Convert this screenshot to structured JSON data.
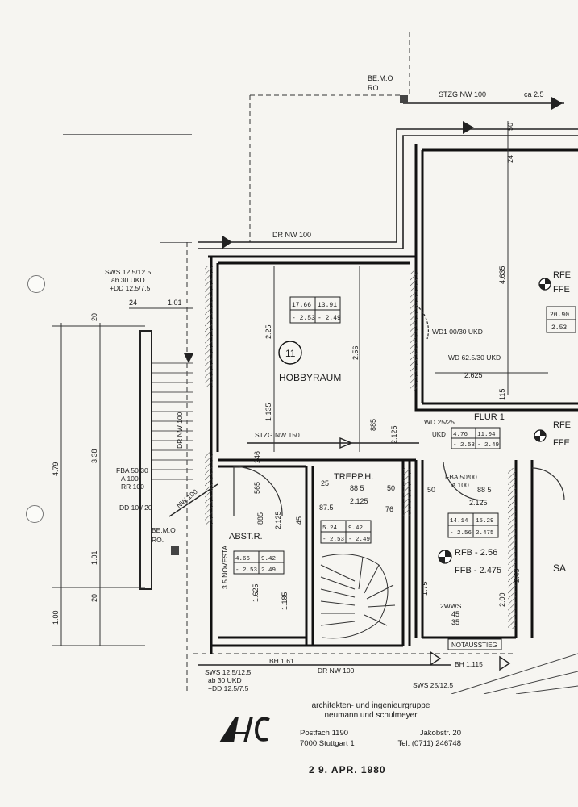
{
  "rooms": {
    "hobbyraum": {
      "name": "HOBBYRAUM",
      "number": "11",
      "area_a": "17.66",
      "area_b": "13.91",
      "level_a": "- 2.53",
      "level_b": "- 2.49"
    },
    "flur": {
      "name": "FLUR 1",
      "code": "UKD",
      "area_a": "4.76",
      "area_b": "11.04",
      "level_a": "- 2.53",
      "level_b": "- 2.49"
    },
    "treppenhaus": {
      "name": "TREPP.H.",
      "area_a": "5.24",
      "area_b": "9.42",
      "level_a": "- 2.53",
      "level_b": "- 2.49"
    },
    "abstellraum": {
      "name": "ABST.R.",
      "area_a": "4.66",
      "area_b": "9.42",
      "level_a": "- 2.53",
      "level_b": "2.49",
      "wall_note": "3.5 NOVESTA"
    },
    "right_room": {
      "area_a": "14.14",
      "area_b": "15.29",
      "level_a": "- 2.56",
      "level_b": "2.475",
      "rfb": "RFB - 2.56",
      "ffb": "FFB - 2.475"
    },
    "upper_right": {
      "rfe": "RFE",
      "ffe": "FFE",
      "area": "20.90",
      "level": "2.53"
    }
  },
  "pipes": {
    "stzg_top": "STZG NW 100",
    "dr_top": "DR NW 100",
    "stzg_mid": "STZG NW 150",
    "dr_vertical": "DR NW 100",
    "dr_bottom": "DR NW 100",
    "nw_diag": "NW 100",
    "gefaelle": "ca 2.5"
  },
  "labels": {
    "bemo_top": "BE.M.O",
    "ro_top": "RO.",
    "bemo_left": "BE.M.O",
    "ro_left": "RO.",
    "sws_top": "SWS 12.5/12.5",
    "sws_top_2": "ab 30 UKD",
    "sws_top_3": "+DD 12.5/7.5",
    "sws_bottom": "SWS 12.5/12.5",
    "sws_bottom_2": "ab 30 UKD",
    "sws_bottom_3": "+DD 12.5/7.5",
    "sws_right": "SWS 25/12.5",
    "wd_1": "WD1 00/30 UKD",
    "wd_2": "WD 62.5/30 UKD",
    "wd_3": "WD 25/25",
    "fba_left": "FBA 50/30",
    "fba_left_2": "A 100",
    "fba_left_3": "RR 100",
    "dd_left": "DD 10 / 20",
    "fba_right": "FBA 50/00",
    "fba_right_2": "A 100",
    "notausstieg": "NOTAUSSTIEG",
    "bh_left": "BH 1.61",
    "bh_right": "BH 1.115",
    "wws": "2WWS",
    "sa": "SA",
    "rfe_right": "RFE",
    "ffe_right": "FFE"
  },
  "dims": {
    "d_50_top": "50",
    "d_24_top": "24",
    "d_4635": "4.635",
    "d_2625": "2.625",
    "d_115": "115",
    "d_225": "2.25",
    "d_256": "2.56",
    "d_1135": "1.135",
    "d_885_a": "885",
    "d_2125_a": "2.125",
    "d_24_left": "24",
    "d_101_top": "1.01",
    "d_20_top": "20",
    "d_479": "4.79",
    "d_338": "3.38",
    "d_101_bottom": "1.01",
    "d_20_bottom": "20",
    "d_100": "1.00",
    "d_565": "565",
    "d_246": "246",
    "d_885_b": "885",
    "d_2125_b": "2.125",
    "d_1625": "1.625",
    "d_1185": "1.185",
    "d_25": "25",
    "d_885_c": "88 5",
    "d_50_mid": "50",
    "d_875": "87.5",
    "d_2125_c": "2.125",
    "d_76": "76",
    "d_45": "45",
    "d_50_right": "50",
    "d_885_d": "88 5",
    "d_2125_d": "2.125",
    "d_175": "1.75",
    "d_200": "2.00",
    "d_245": "2.45",
    "d_45_r": "45",
    "d_35_r": "35"
  },
  "company": {
    "line1": "architekten- und ingenieurgruppe",
    "line2": "neumann und schulmeyer",
    "postfach": "Postfach 1190",
    "street": "Jakobstr. 20",
    "city": "7000 Stuttgart 1",
    "phone": "Tel. (0711) 246748"
  },
  "stamp": {
    "date": "2 9. APR. 1980"
  }
}
